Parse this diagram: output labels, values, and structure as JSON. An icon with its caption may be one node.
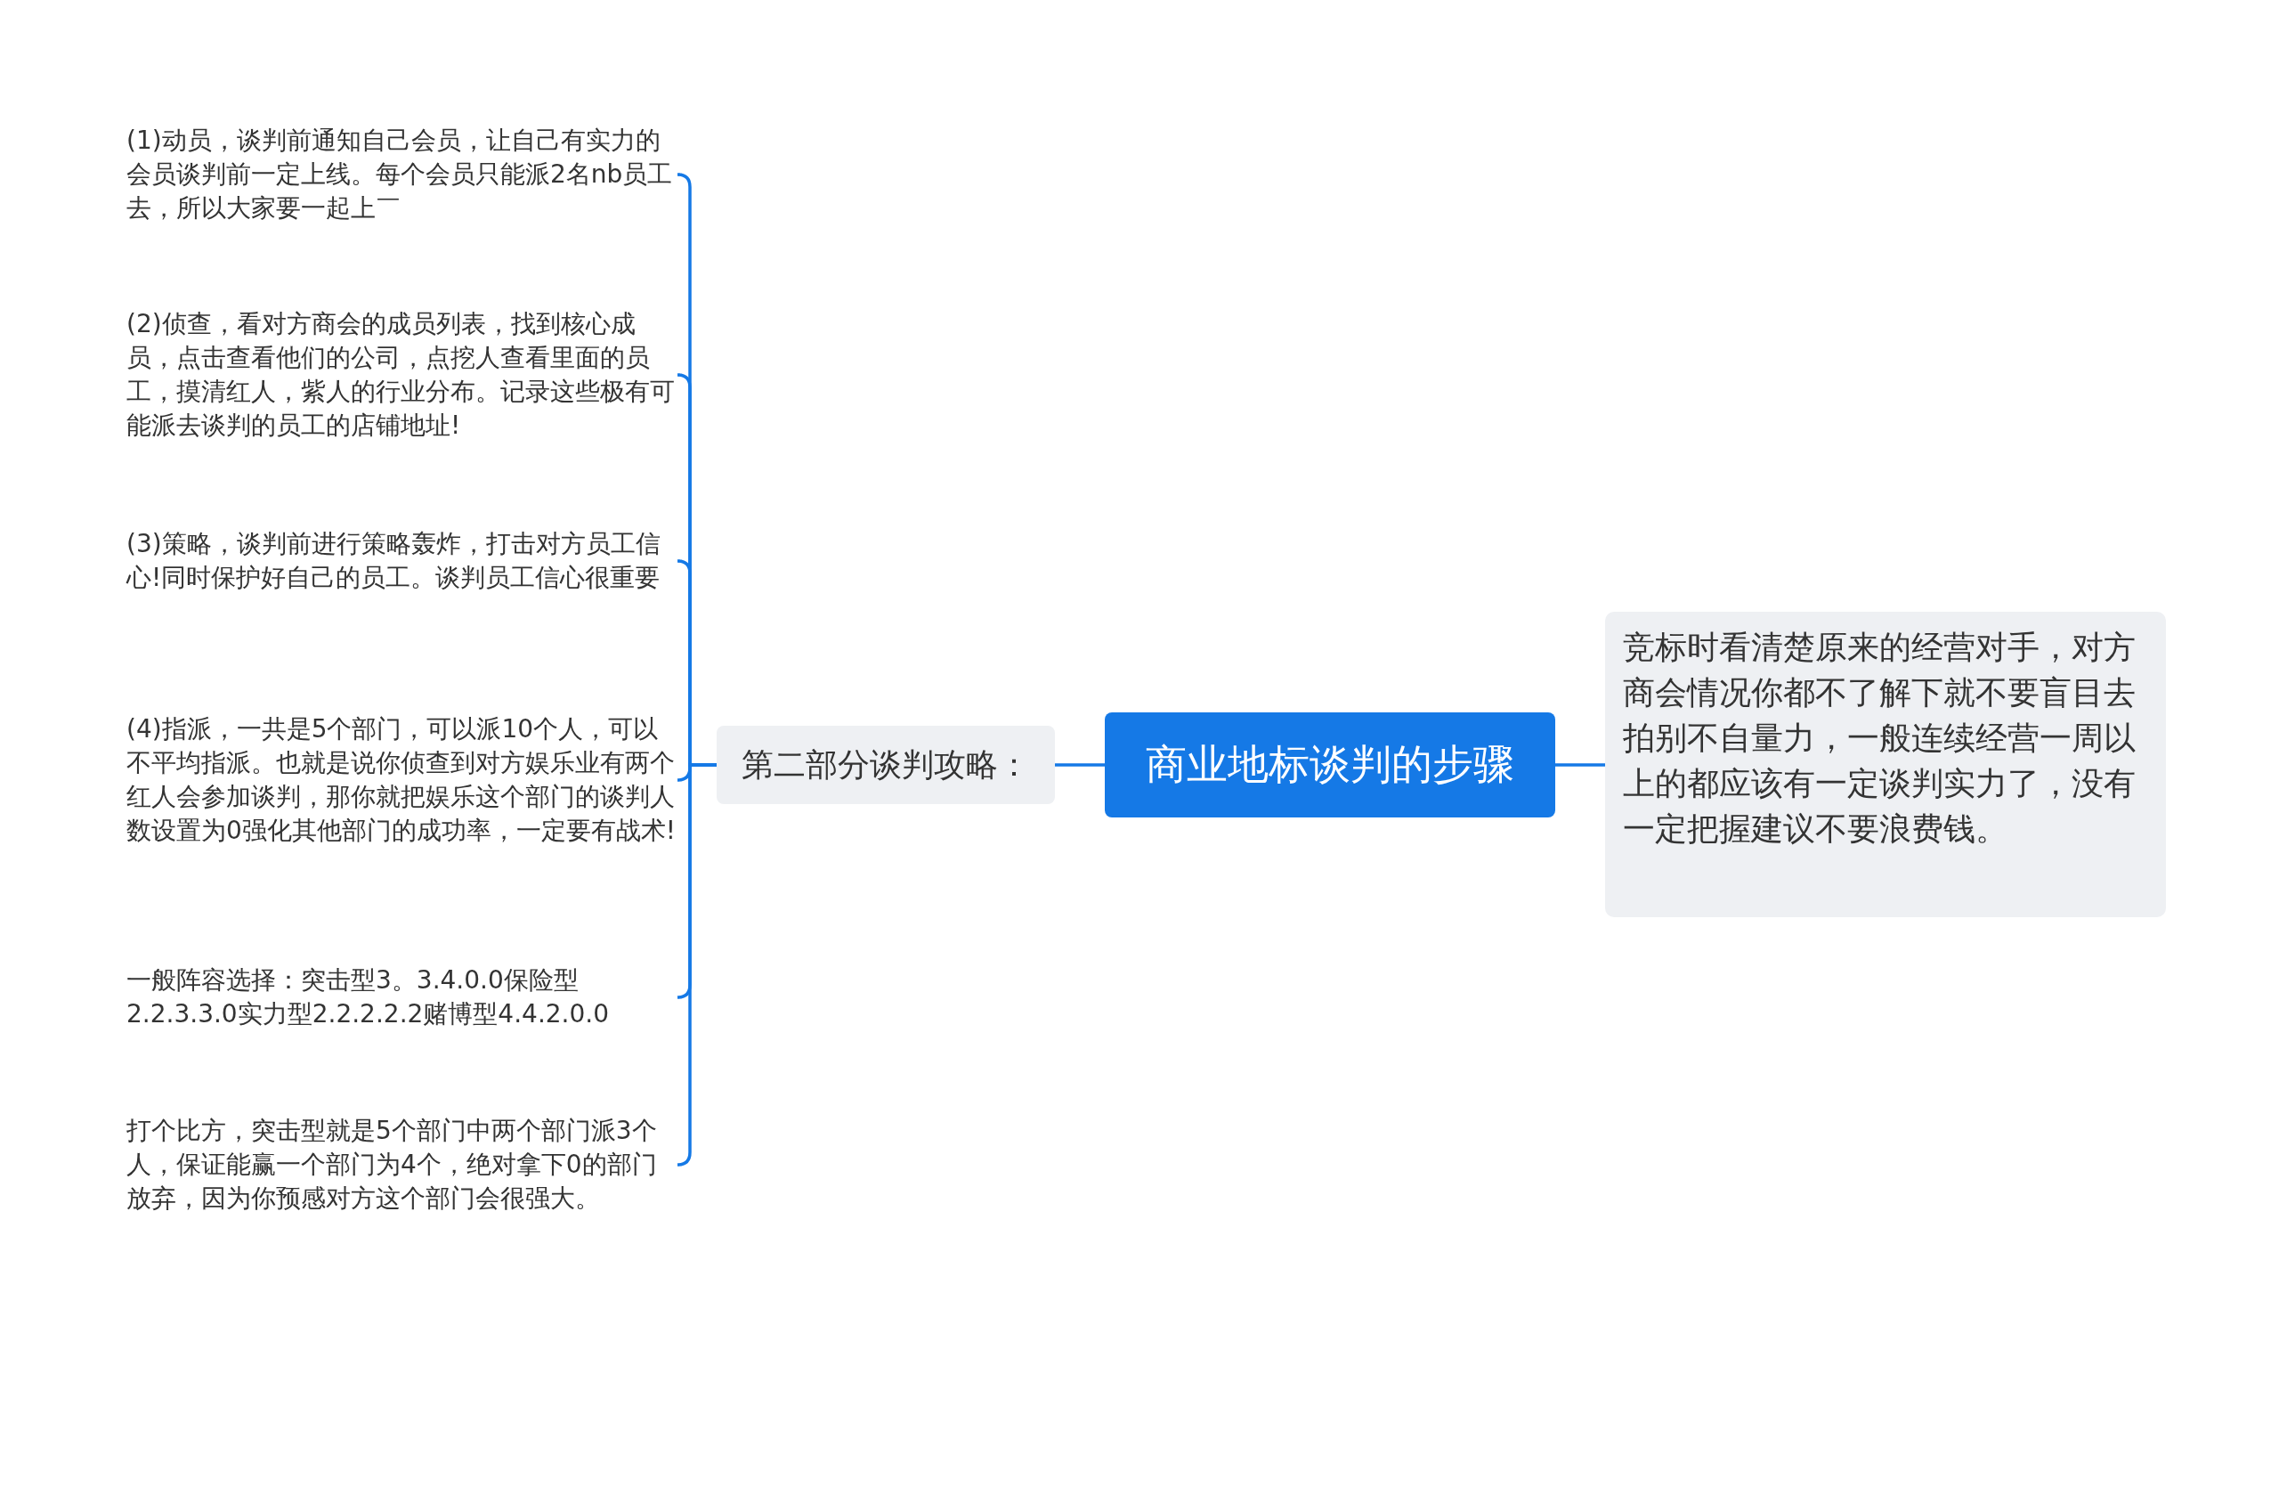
{
  "diagram": {
    "nodes": [
      {
        "text": [
          "商业地标谈判的步骤"
        ]
      },
      {
        "text": [
          "第二部分谈判攻略："
        ]
      },
      {
        "text": [
          "竞标时看清楚原来的经营对手，对方商会情况你都不了解下就不要盲目去拍别不自量力，一般连续经营一周以上的都应该有一定谈判实力了，没有一定把握建议不要浪费钱。"
        ]
      },
      {
        "text": [
          "(1)动员，谈判前通知自己会员，让自己有实力的会员谈判前一定上线。每个会员只能派2名nb员工去，所以大家要一起上￣"
        ]
      },
      {
        "text": [
          "(2)侦查，看对方商会的成员列表，找到核心成员，点击查看他们的公司，点挖人查看里面的员工，摸清红人，紫人的行业分布。记录这些极有可能派去谈判的员工的店铺地址!"
        ]
      },
      {
        "text": [
          "(3)策略，谈判前进行策略轰炸，打击对方员工信心!同时保护好自己的员工。谈判员工信心很重要"
        ]
      },
      {
        "text": [
          "(4)指派，一共是5个部门，可以派10个人，可以不平均指派。也就是说你侦查到对方娱乐业有两个红人会参加谈判，那你就把娱乐这个部门的谈判人数设置为0强化其他部门的成功率，一定要有战术!"
        ]
      },
      {
        "text": [
          "一般阵容选择：突击型3。3.4.0.0保险型2.2.3.3.0实力型2.2.2.2.2赌博型4.4.2.0.0"
        ]
      },
      {
        "text": [
          "打个比方，突击型就是5个部门中两个部门派3个人，保证能赢一个部门为4个，绝对拿下0的部门放弃，因为你预感对方这个部门会很强大。"
        ]
      }
    ],
    "edges": [
      {
        "from": 0,
        "to": 1,
        "arrow": "none"
      },
      {
        "from": 0,
        "to": 2,
        "arrow": "none"
      },
      {
        "from": 1,
        "to": 3,
        "arrow": "none"
      },
      {
        "from": 1,
        "to": 4,
        "arrow": "none"
      },
      {
        "from": 1,
        "to": 5,
        "arrow": "none"
      },
      {
        "from": 1,
        "to": 6,
        "arrow": "none"
      },
      {
        "from": 1,
        "to": 7,
        "arrow": "none"
      },
      {
        "from": 1,
        "to": 8,
        "arrow": "none"
      }
    ]
  }
}
